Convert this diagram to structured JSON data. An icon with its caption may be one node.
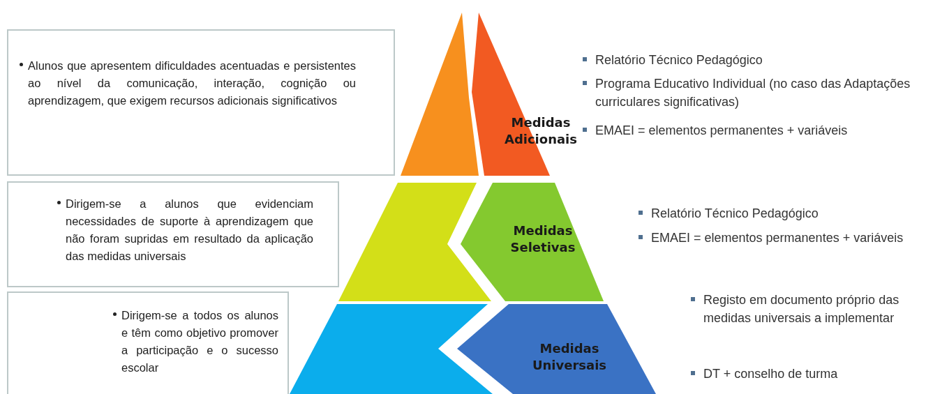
{
  "diagram": {
    "nodes": [
      {
        "text": [
          "Alunos que apresentem dificuldades acentuadas e persistentes ao nível da comunicação, interação, cognição ou aprendizagem, que exigem recursos adicionais significativos"
        ]
      },
      {
        "text": [
          "Medidas Adicionais"
        ]
      },
      {
        "text": [
          "Dirigem-se a alunos que evidenciam necessidades de suporte à aprendizagem que não foram supridas em resultado da aplicação das medidas universais"
        ]
      },
      {
        "text": [
          "Medidas Seletivas"
        ]
      },
      {
        "text": [
          "Dirigem-se a todos os alunos e têm como objetivo promover a participação e o sucesso escolar"
        ]
      },
      {
        "text": [
          "Medidas Universais"
        ]
      }
    ],
    "labels": [
      "Relatório Técnico Pedagógico",
      "Programa Educativo Individual (no caso das Adaptações curriculares significativas)",
      "EMAEI = elementos permanentes + variáveis",
      "Relatório Técnico Pedagógico",
      "EMAEI = elementos permanentes + variáveis",
      "Registo em documento próprio das medidas universais a implementar",
      "DT + conselho de turma"
    ]
  }
}
